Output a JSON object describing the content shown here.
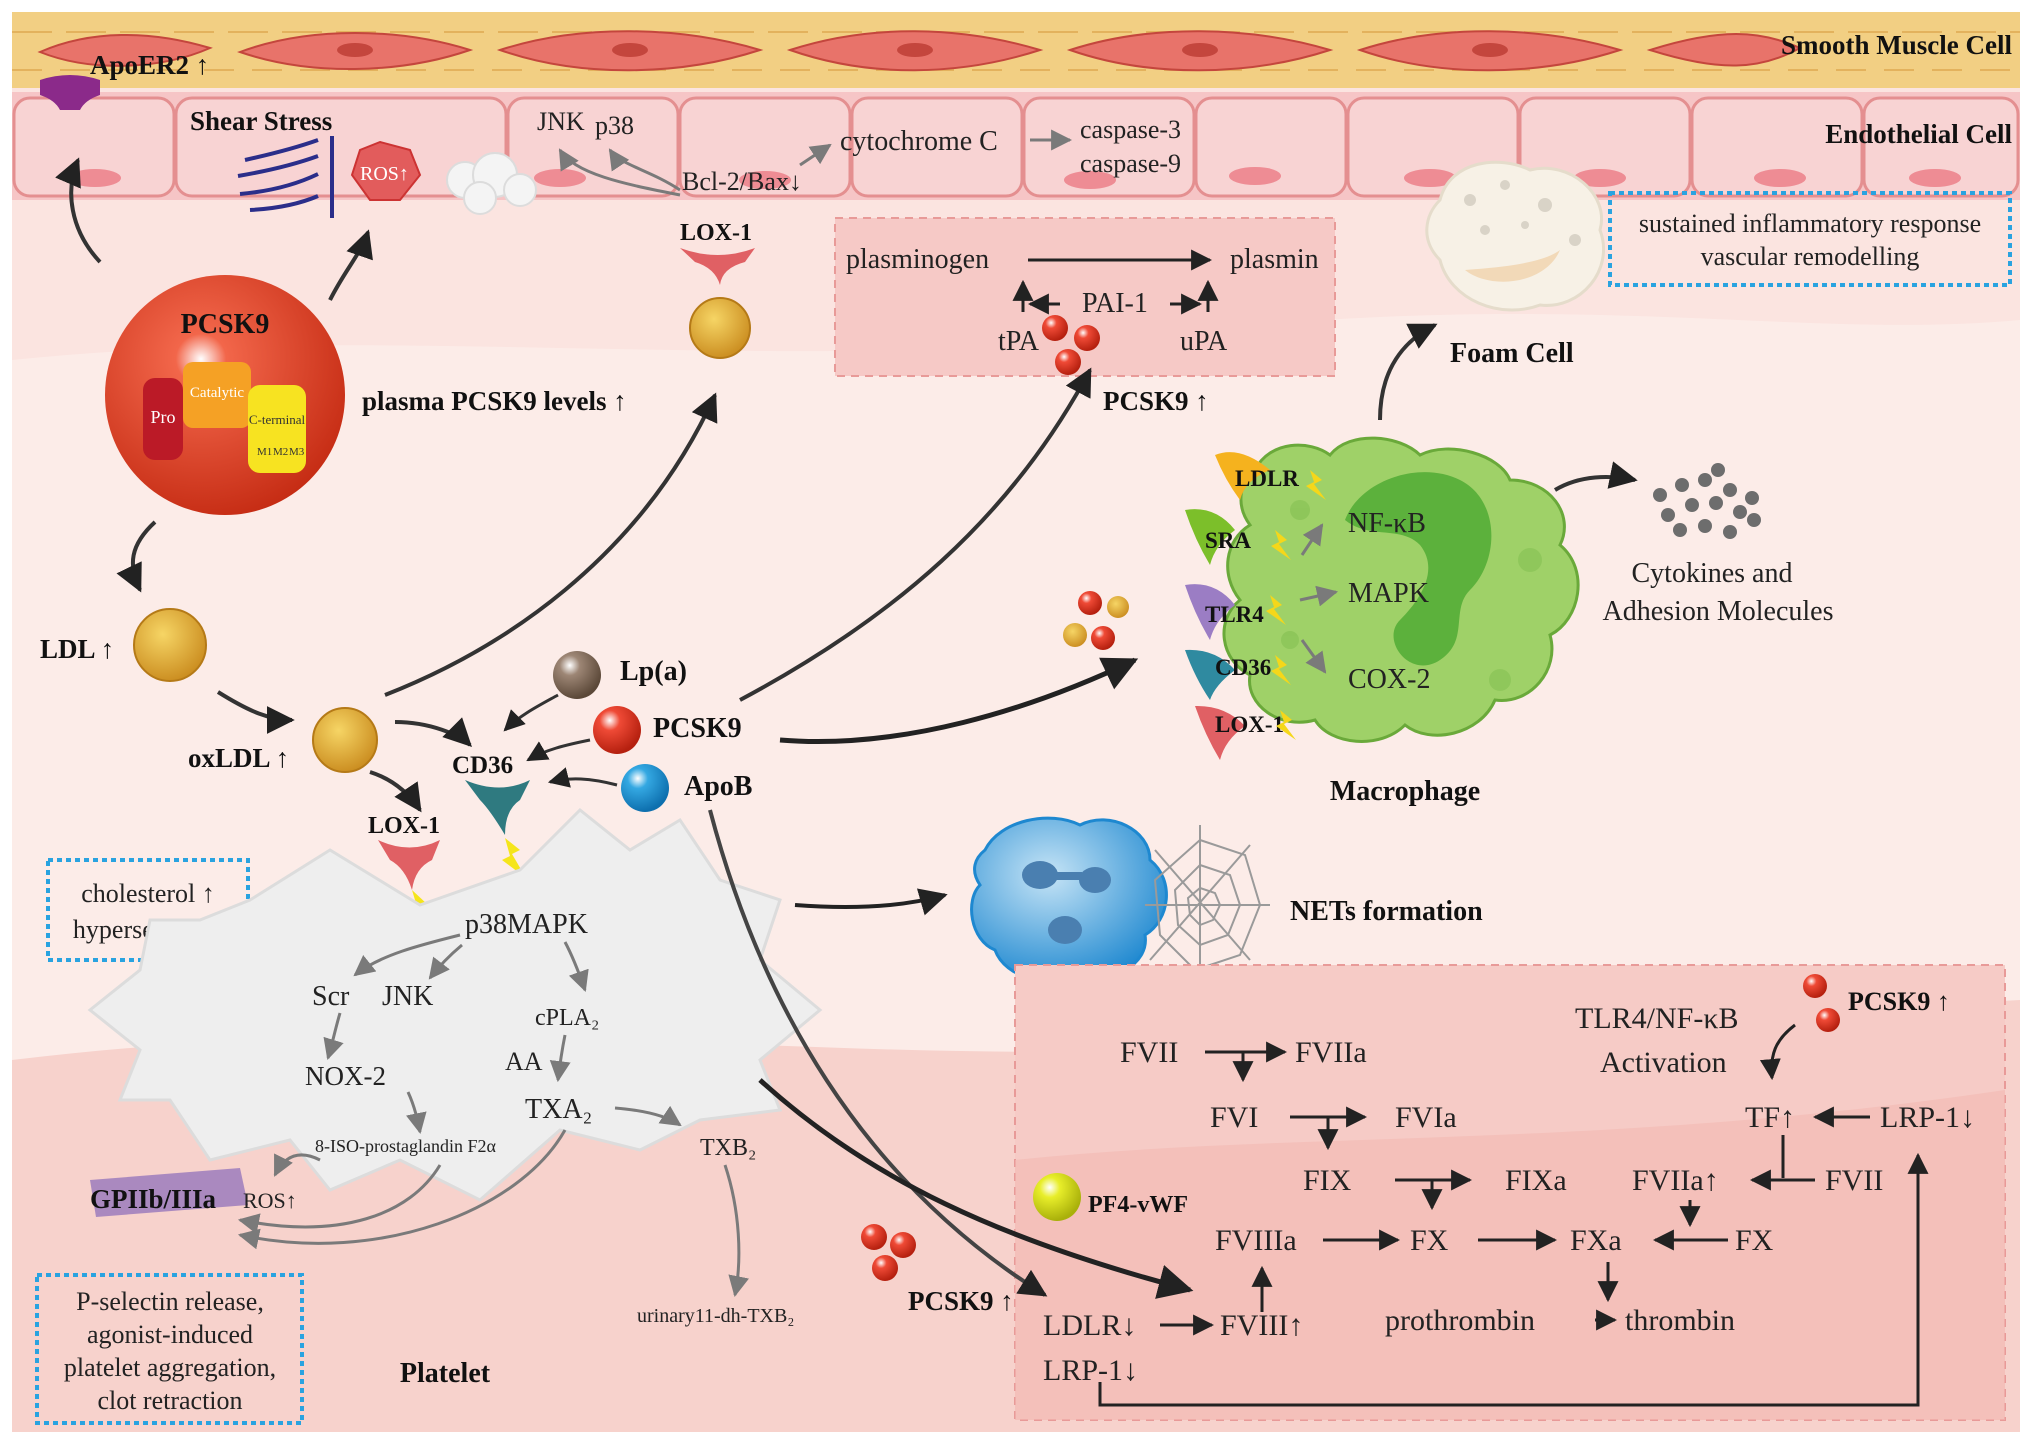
{
  "layers": {
    "smooth_muscle": "Smooth Muscle Cell",
    "endothelial": "Endothelial Cell",
    "apoer2": "ApoER2 ↑",
    "shear_stress": "Shear Stress",
    "ros_endo": "ROS↑"
  },
  "pcsk9_protein": {
    "title": "PCSK9",
    "pro": "Pro",
    "catalytic": "Catalytic",
    "cterminal": "C-terminal",
    "m1": "M1",
    "m2": "M2",
    "m3": "M3"
  },
  "endothelial_path": {
    "jnk": "JNK",
    "p38": "p38",
    "bcl2bax": "Bcl-2/Bax↓",
    "cytochrome": "cytochrome C",
    "caspase3": "caspase-3",
    "caspase9": "caspase-9",
    "lox1": "LOX-1"
  },
  "plasma_level": "plasma PCSK9 levels ↑",
  "fibrinolysis": {
    "plasminogen": "plasminogen",
    "plasmin": "plasmin",
    "pai1": "PAI-1",
    "tpa": "tPA",
    "upa": "uPA",
    "pcsk9": "PCSK9 ↑"
  },
  "foam": {
    "label": "Foam Cell",
    "note_line1": "sustained inflammatory response",
    "note_line2": "vascular remodelling"
  },
  "macrophage": {
    "label": "Macrophage",
    "receptors": [
      "LDLR",
      "SRA",
      "TLR4",
      "CD36",
      "LOX-1"
    ],
    "nfkb": "NF-κB",
    "mapk": "MAPK",
    "cox2": "COX-2",
    "cytokines_line1": "Cytokines and",
    "cytokines_line2": "Adhesion Molecules"
  },
  "left": {
    "ldl": "LDL ↑",
    "oxldl": "oxLDL ↑",
    "cd36": "CD36",
    "lox1": "LOX-1",
    "lpa": "Lp(a)",
    "pcsk9": "PCSK9",
    "apob": "ApoB",
    "note_line1": "cholesterol ↑",
    "note_line2": "hypersensitive"
  },
  "platelet": {
    "label": "Platelet",
    "p38mapk": "p38MAPK",
    "scr": "Scr",
    "jnk": "JNK",
    "cpla2": "cPLA₂",
    "aa": "AA",
    "nox2": "NOX-2",
    "txa2": "TXA₂",
    "isoprost": "8-ISO-prostaglandin F2α",
    "txb2": "TXB₂",
    "urinary": "urinary11-dh-TXB₂",
    "gp": "GPIIb/IIIa",
    "ros": "ROS↑",
    "note": [
      "P-selectin release,",
      "agonist-induced",
      "platelet aggregation,",
      "clot retraction"
    ]
  },
  "nets": "NETs formation",
  "coag": {
    "fvii": "FVII",
    "fviia": "FVIIa",
    "fvi": "FVI",
    "fvia": "FVIa",
    "fix": "FIX",
    "fixa": "FIXa",
    "pf4": "PF4-vWF",
    "fviiia": "FVIIIa",
    "fx": "FX",
    "fxa": "FXa",
    "fx2": "FX",
    "prothrombin": "prothrombin",
    "thrombin": "thrombin",
    "fviii": "FVIII↑",
    "ldlr": "LDLR↓",
    "lrp1": "LRP-1↓",
    "pcsk9": "PCSK9 ↑",
    "tlr4_line1": "TLR4/NF-κB",
    "tlr4_line2": "Activation",
    "pcsk9_right": "PCSK9 ↑",
    "tf": "TF↑",
    "lrp1_right": "LRP-1↓",
    "fviia_up": "FVIIa↑",
    "fvii_right": "FVII"
  },
  "colors": {
    "muscle": "#e8736a",
    "endothelium": "#f6c5c6",
    "background": "#fbe3df",
    "pcsk9_red": "#e2361c",
    "macrophage_green": "#7dc242",
    "note_border": "#29a3e0"
  }
}
